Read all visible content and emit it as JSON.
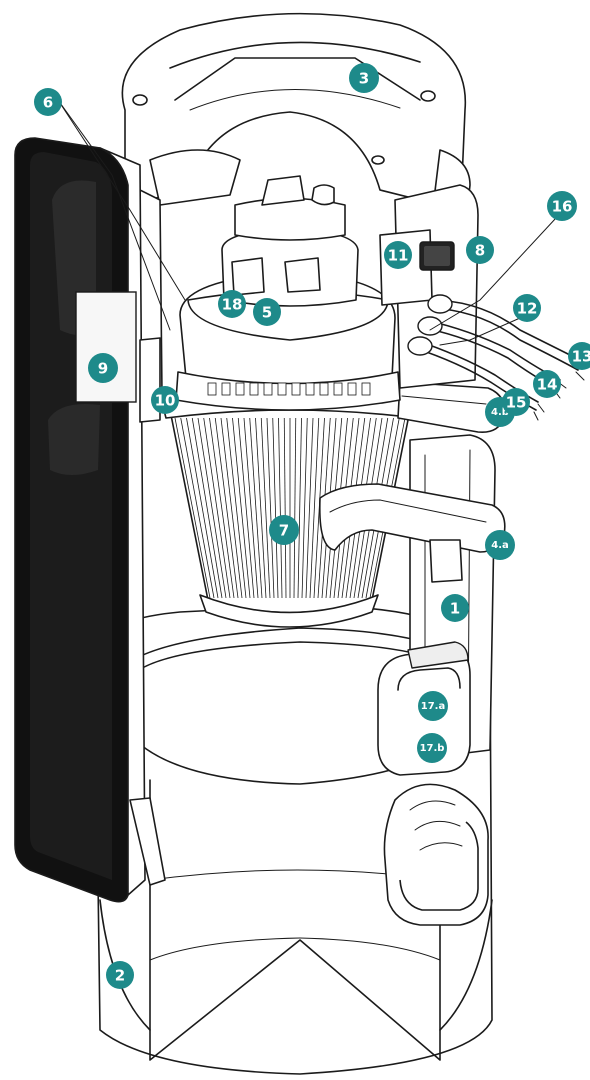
{
  "colors": {
    "callout": "#1e8a8a",
    "outline": "#1b1b1b",
    "panel": "#111111"
  },
  "callouts": [
    {
      "id": "1",
      "label": "1"
    },
    {
      "id": "2",
      "label": "2"
    },
    {
      "id": "3",
      "label": "3"
    },
    {
      "id": "4b",
      "label": "4.b"
    },
    {
      "id": "4a",
      "label": "4.a"
    },
    {
      "id": "5",
      "label": "5"
    },
    {
      "id": "6",
      "label": "6"
    },
    {
      "id": "7",
      "label": "7"
    },
    {
      "id": "8",
      "label": "8"
    },
    {
      "id": "9",
      "label": "9"
    },
    {
      "id": "10",
      "label": "10"
    },
    {
      "id": "11",
      "label": "11"
    },
    {
      "id": "12",
      "label": "12"
    },
    {
      "id": "13",
      "label": "13"
    },
    {
      "id": "14",
      "label": "14"
    },
    {
      "id": "15",
      "label": "15"
    },
    {
      "id": "16",
      "label": "16"
    },
    {
      "id": "17a",
      "label": "17.a"
    },
    {
      "id": "17b",
      "label": "17.b"
    },
    {
      "id": "18",
      "label": "18"
    }
  ]
}
